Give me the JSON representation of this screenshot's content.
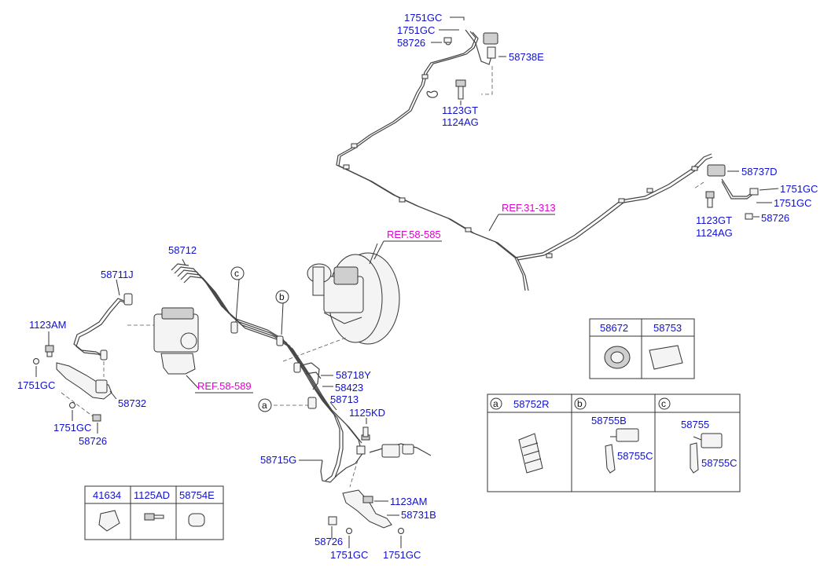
{
  "labels": {
    "l_1751gc_top1": "1751GC",
    "l_1751gc_top2": "1751GC",
    "l_58726_top": "58726",
    "l_58738e": "58738E",
    "l_1123gt_top": "1123GT",
    "l_1124ag_top": "1124AG",
    "l_58737d": "58737D",
    "l_1751gc_r1": "1751GC",
    "l_1751gc_r2": "1751GC",
    "l_1123gt_r": "1123GT",
    "l_58726_r": "58726",
    "l_1124ag_r": "1124AG",
    "l_58712": "58712",
    "l_58711j": "58711J",
    "l_1123am_l": "1123AM",
    "l_1751gc_l": "1751GC",
    "l_58732": "58732",
    "l_1751gc_l2": "1751GC",
    "l_58726_l": "58726",
    "l_58718y": "58718Y",
    "l_58423": "58423",
    "l_58713": "58713",
    "l_1125kd": "1125KD",
    "l_58715g": "58715G",
    "l_1123am_b": "1123AM",
    "l_58731b": "58731B",
    "l_58726_b": "58726",
    "l_1751gc_b1": "1751GC",
    "l_1751gc_b2": "1751GC"
  },
  "refs": {
    "ref_31_313": "REF.31-313",
    "ref_58_585": "REF.58-585",
    "ref_58_589": "REF.58-589"
  },
  "callouts": {
    "a": "a",
    "b": "b",
    "c": "c"
  },
  "table_small_right": {
    "col1": "58672",
    "col2": "58753"
  },
  "table_abc": {
    "a_letter": "a",
    "a_part": "58752R",
    "b_letter": "b",
    "b_part1": "58755B",
    "b_part2": "58755C",
    "c_letter": "c",
    "c_part1": "58755",
    "c_part2": "58755C"
  },
  "table_bottom_left": {
    "col1": "41634",
    "col2": "1125AD",
    "col3": "58754E"
  }
}
